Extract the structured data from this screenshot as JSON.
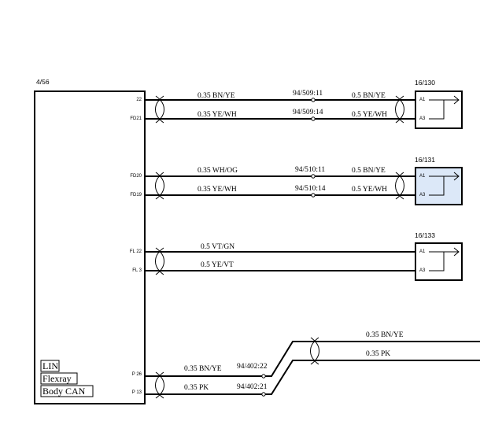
{
  "module": {
    "id": "4/56"
  },
  "bus_labels": [
    "LIN",
    "Flexray",
    "Body CAN"
  ],
  "connectors": [
    {
      "id": "16/130",
      "pins": [
        "A1",
        "A3"
      ],
      "highlight": false
    },
    {
      "id": "16/131",
      "pins": [
        "A1",
        "A3"
      ],
      "highlight": true
    },
    {
      "id": "16/133",
      "pins": [
        "A1",
        "A3"
      ],
      "highlight": false
    }
  ],
  "wires": [
    {
      "pin": "22",
      "left": "0.35 BN/YE",
      "splice": "94/509:11",
      "right": "0.5 BN/YE"
    },
    {
      "pin": "FD21",
      "left": "0.35 YE/WH",
      "splice": "94/509:14",
      "right": "0.5 YE/WH"
    },
    {
      "pin": "FD20",
      "left": "0.35 WH/OG",
      "splice": "94/510:11",
      "right": "0.5 BN/YE"
    },
    {
      "pin": "FD19",
      "left": "0.35 YE/WH",
      "splice": "94/510:14",
      "right": "0.5 YE/WH"
    },
    {
      "pin": "FL 22",
      "left": "0.5 VT/GN"
    },
    {
      "pin": "FL 3",
      "left": "0.5 YE/VT"
    },
    {
      "pin": "P 26",
      "left": "0.35 BN/YE",
      "splice": "94/402:22",
      "right": "0.35 BN/YE"
    },
    {
      "pin": "P 13",
      "left": "0.35 PK",
      "splice": "94/402:21",
      "right": "0.35 PK"
    }
  ],
  "colors": {
    "highlight_fill": "#dce8f8",
    "line": "#000000"
  }
}
